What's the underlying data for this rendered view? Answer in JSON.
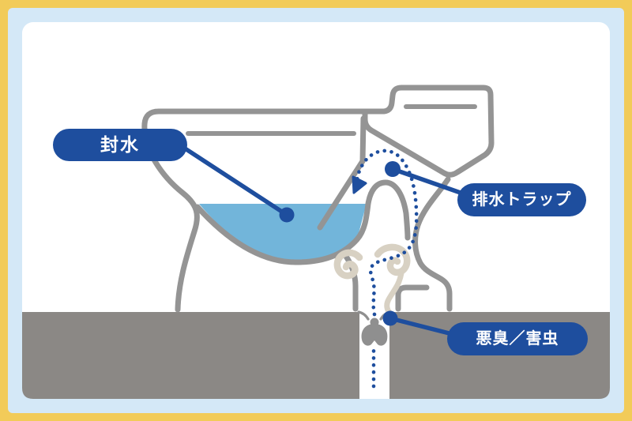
{
  "diagram": {
    "subject": "toilet-drain-trap-cross-section",
    "labels": {
      "seal": {
        "text": "封水"
      },
      "trap": {
        "text": "排水トラップ"
      },
      "odor": {
        "text": "悪臭／害虫"
      }
    },
    "icons": [
      "steam-odor-icon",
      "bug-icon",
      "flow-arrow-icon"
    ],
    "palette": {
      "yellow": "#F2CB59",
      "frame_blue": "#D4E8F7",
      "white": "#FFFFFF",
      "gray": "#949494",
      "floor": "#8B8885",
      "water": "#72B5DA",
      "blue": "#1E4E9E",
      "steam": "#D8D1C3",
      "bug": "#8F8F8F"
    }
  }
}
